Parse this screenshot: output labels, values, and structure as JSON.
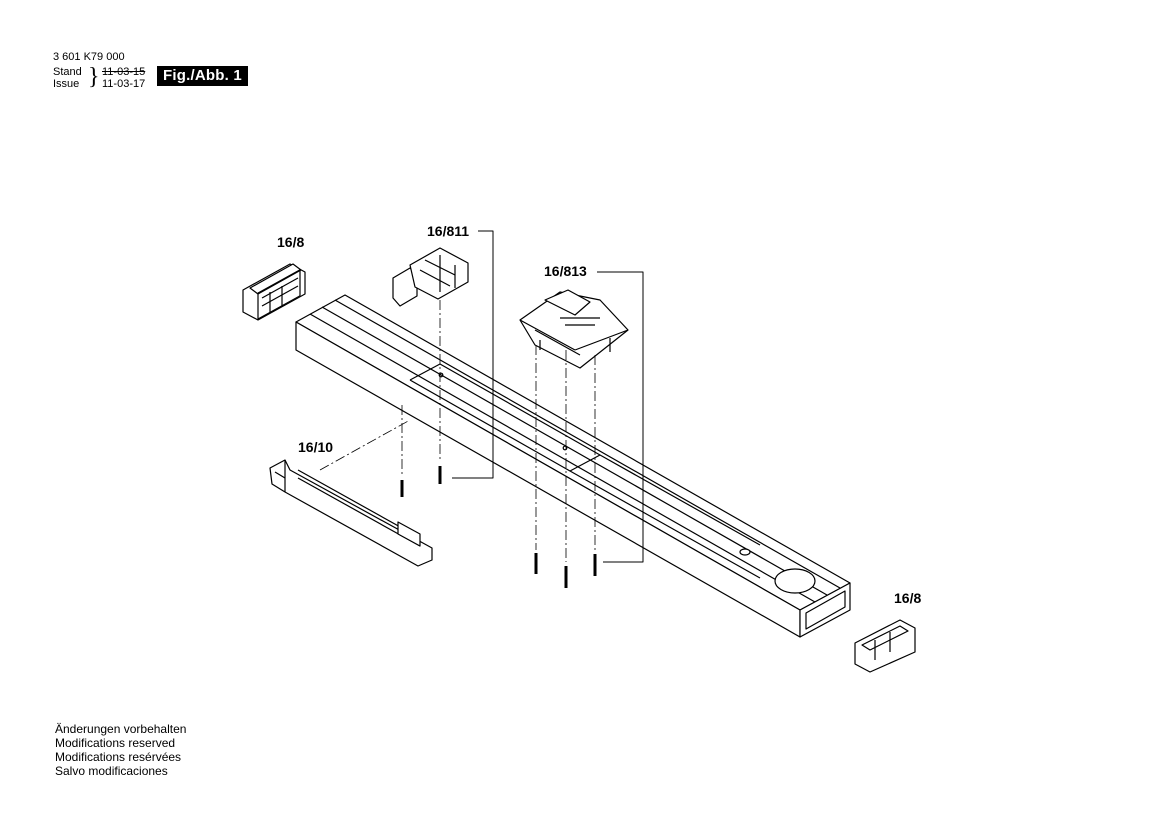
{
  "header": {
    "part_number": "3 601 K79 000",
    "stand_label": "Stand",
    "issue_label": "Issue",
    "old_date": "11-03-15",
    "new_date": "11-03-17",
    "figure_label": "Fig./Abb. 1"
  },
  "parts": {
    "end_cap_left": "16/8",
    "end_cap_right": "16/8",
    "clip_top": "16/811",
    "carriage": "16/813",
    "slide_bar": "16/10"
  },
  "footer": {
    "lines": [
      "Änderungen vorbehalten",
      "Modifications reserved",
      "Modifications resérvées",
      "Salvo modificaciones"
    ]
  }
}
